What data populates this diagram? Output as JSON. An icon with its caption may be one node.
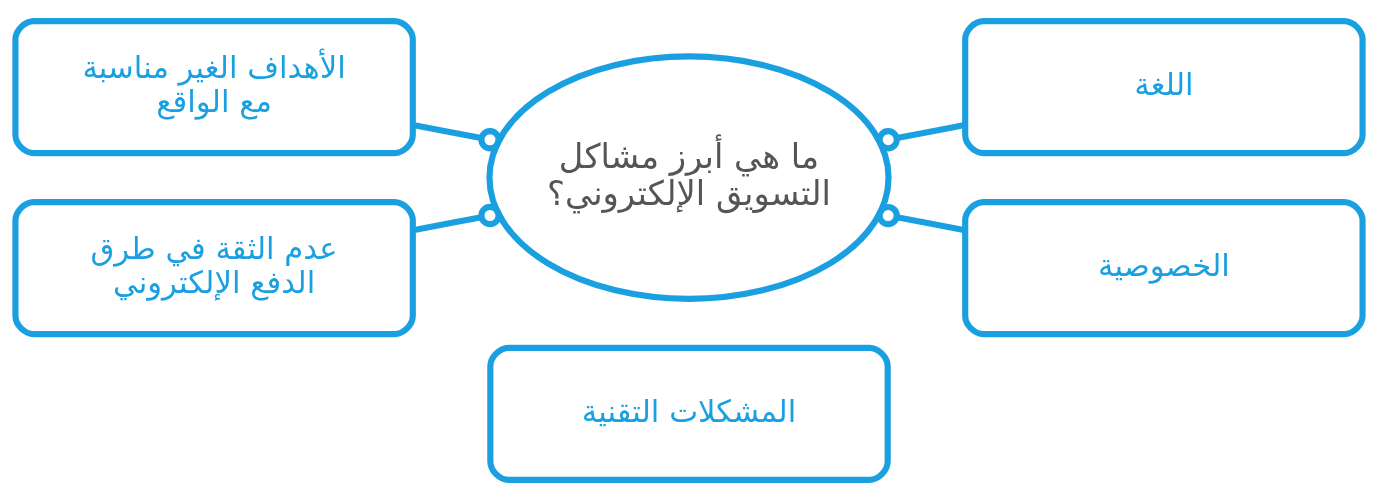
{
  "diagram": {
    "nodes": [
      {
        "text": [
          "ما هي أبرز مشاكل التسويق الإلكتروني؟"
        ]
      },
      {
        "text": [
          "اللغة"
        ]
      },
      {
        "text": [
          "الأهداف الغير مناسبة مع الواقع"
        ]
      },
      {
        "text": [
          "الخصوصية"
        ]
      },
      {
        "text": [
          "عدم الثقة في طرق الدفع الإلكتروني"
        ]
      },
      {
        "text": [
          "المشكلات التقنية"
        ]
      }
    ],
    "edges": [
      {
        "from": 0,
        "to": 1,
        "arrow": "other"
      },
      {
        "from": 2,
        "to": 0,
        "arrow": "other"
      },
      {
        "from": 0,
        "to": 3,
        "arrow": "other"
      },
      {
        "from": 4,
        "to": 0,
        "arrow": "other"
      }
    ]
  }
}
